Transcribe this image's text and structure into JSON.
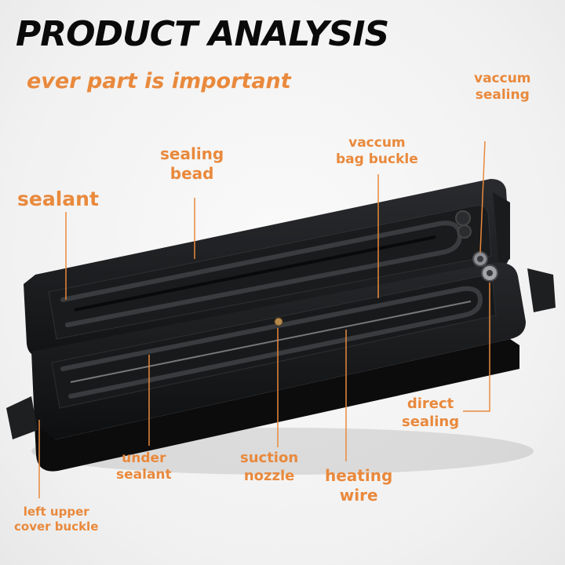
{
  "title": "PRODUCT ANALYSIS",
  "subtitle": "ever part is important",
  "colors": {
    "accent": "#e9893c",
    "title": "#0a0a0a",
    "device": "#1c1d1f"
  },
  "labels": {
    "vaccum_sealing": "vaccum\nsealing",
    "sealing_bead": "sealing\nbead",
    "vaccum_bag_buckle": "vaccum\nbag buckle",
    "sealant": "sealant",
    "direct_sealing": "direct\nsealing",
    "under_sealant": "under\nsealant",
    "suction_nozzle": "suction\nnozzle",
    "heating_wire": "heating\nwire",
    "left_upper_cover_buckle": "left upper\ncover buckle"
  }
}
